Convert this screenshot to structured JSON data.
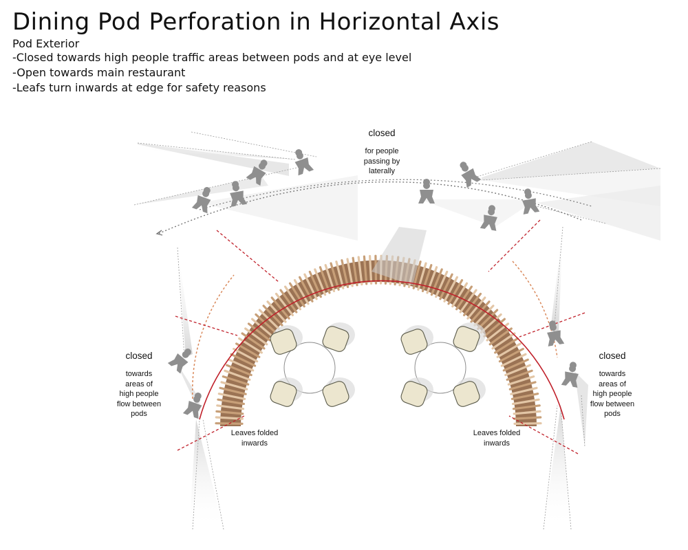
{
  "header": {
    "title": "Dining Pod Perforation in Horizontal Axis",
    "subtitle": "Pod Exterior",
    "bullets": [
      "-Closed towards high people traffic areas between pods and at eye level",
      "-Open towards main restaurant",
      "-Leafs turn inwards at edge for safety reasons"
    ]
  },
  "annotations": {
    "top": {
      "heading": "closed",
      "lines": [
        "for people",
        "passing by",
        "laterally"
      ]
    },
    "left": {
      "heading": "closed",
      "lines": [
        "towards",
        "areas of",
        "high people",
        "flow between",
        "pods"
      ]
    },
    "right": {
      "heading": "closed",
      "lines": [
        "towards",
        "areas of",
        "high people",
        "flow between",
        "pods"
      ]
    },
    "leaves_left": [
      "Leaves folded",
      "inwards"
    ],
    "leaves_right": [
      "Leaves folded",
      "inwards"
    ]
  },
  "colors": {
    "closed_line": "#c0202a",
    "open_line": "#d9885a",
    "wood_light": "#e3c6a6",
    "wood_dark": "#8a5a36",
    "chair_fill": "#ece6cf",
    "figure": "#8f8f8f"
  }
}
